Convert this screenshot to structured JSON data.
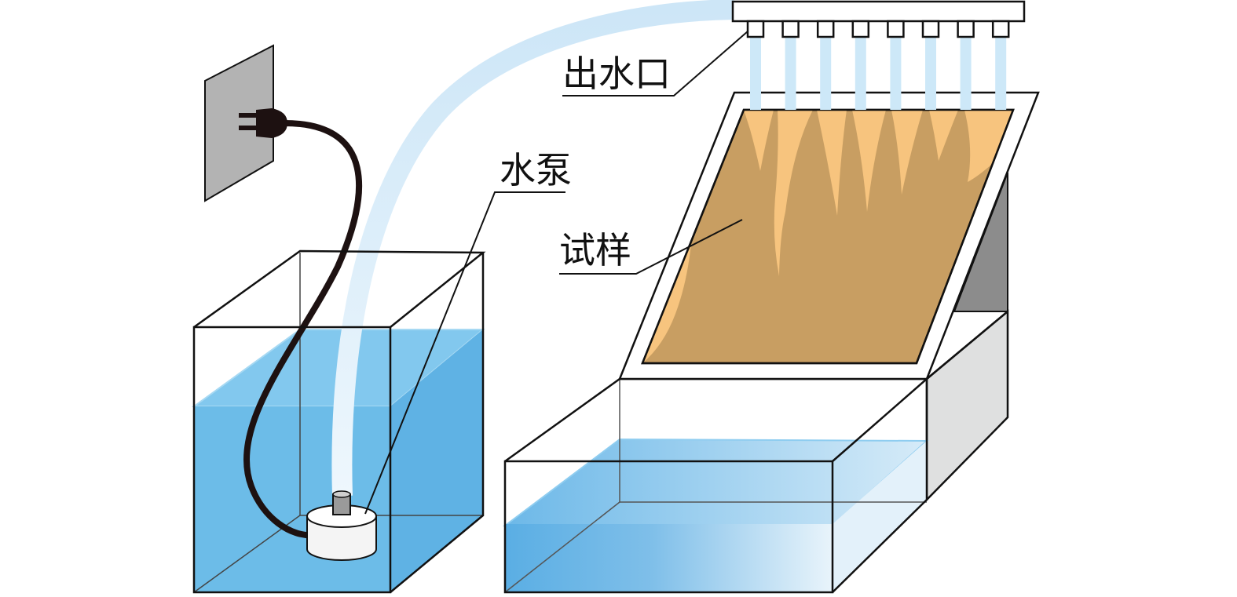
{
  "labels": {
    "outlet": "出水口",
    "pump": "水泵",
    "sample": "试样"
  },
  "colors": {
    "water": "#6cbce8",
    "hose": "#cfe8f8",
    "sample": "#c89e62",
    "sample_highlight": "#f7c47e",
    "socket_plate": "#b3b3b3",
    "cord": "#1d1111",
    "tray_side": "#dfe0e0",
    "support_shadow": "#8c8c8c",
    "outline": "#111111"
  },
  "icons": {
    "plug": "power-plug-icon",
    "pump": "water-pump-icon"
  }
}
